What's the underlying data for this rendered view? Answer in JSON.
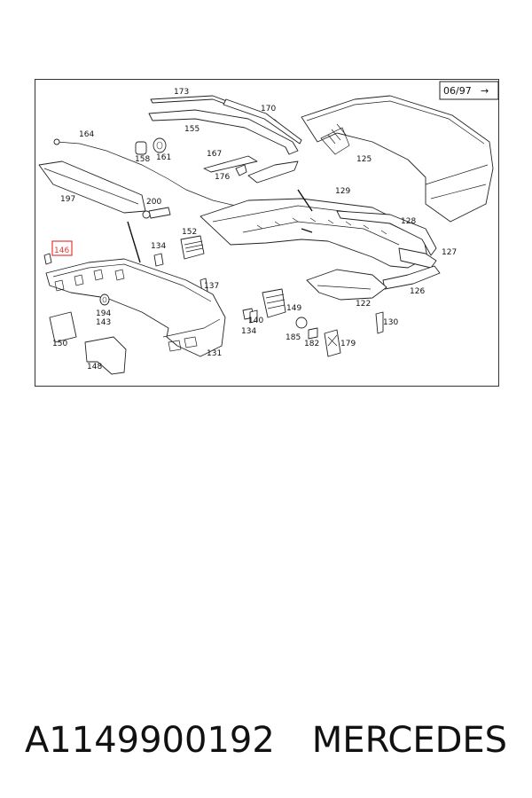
{
  "diagram": {
    "date_code": "06/97",
    "arrow": "→",
    "highlighted_part": "146",
    "callouts": [
      {
        "id": "173"
      },
      {
        "id": "170"
      },
      {
        "id": "164"
      },
      {
        "id": "155"
      },
      {
        "id": "158"
      },
      {
        "id": "161"
      },
      {
        "id": "167"
      },
      {
        "id": "176"
      },
      {
        "id": "125"
      },
      {
        "id": "197"
      },
      {
        "id": "200"
      },
      {
        "id": "129"
      },
      {
        "id": "128"
      },
      {
        "id": "152"
      },
      {
        "id": "134"
      },
      {
        "id": "146"
      },
      {
        "id": "127"
      },
      {
        "id": "137"
      },
      {
        "id": "126"
      },
      {
        "id": "149"
      },
      {
        "id": "122"
      },
      {
        "id": "194"
      },
      {
        "id": "143"
      },
      {
        "id": "140"
      },
      {
        "id": "130"
      },
      {
        "id": "134"
      },
      {
        "id": "185"
      },
      {
        "id": "182"
      },
      {
        "id": "179"
      },
      {
        "id": "150"
      },
      {
        "id": "131"
      },
      {
        "id": "148"
      }
    ]
  },
  "caption": {
    "part_number": "A1149900192",
    "brand": "MERCEDES"
  },
  "colors": {
    "highlight": "#e53935",
    "line": "#222222"
  }
}
